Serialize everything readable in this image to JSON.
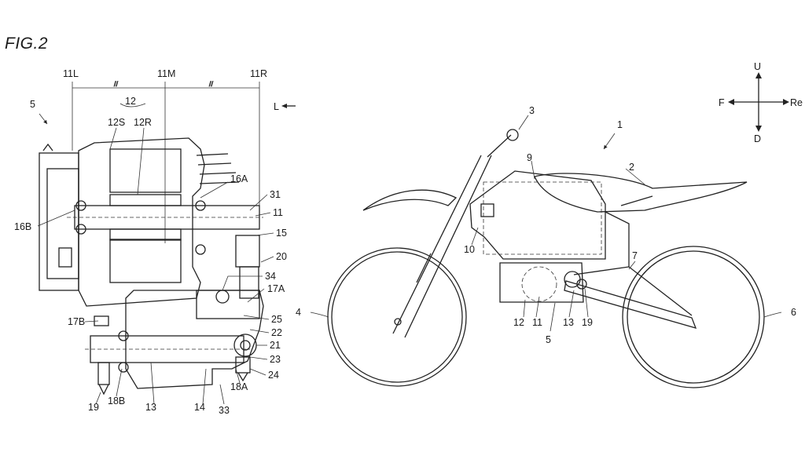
{
  "figure_title": "FIG.2",
  "direction_labels": {
    "up": "U",
    "down": "D",
    "front": "F",
    "rear": "Re",
    "left": "L"
  },
  "section_labels": {
    "left": "11L",
    "middle": "11M",
    "right": "11R"
  },
  "callouts": {
    "n1": "1",
    "n2": "2",
    "n3": "3",
    "n4": "4",
    "n5": "5",
    "n6": "6",
    "n7": "7",
    "n9": "9",
    "n10": "10",
    "n11": "11",
    "n12": "12",
    "n13": "13",
    "n19": "19",
    "n12S": "12S",
    "n12R": "12R",
    "n14": "14",
    "n15": "15",
    "n16A": "16A",
    "n16B": "16B",
    "n17A": "17A",
    "n17B": "17B",
    "n18A": "18A",
    "n18B": "18B",
    "n20": "20",
    "n21": "21",
    "n22": "22",
    "n23": "23",
    "n24": "24",
    "n25": "25",
    "n31": "31",
    "n33": "33",
    "n34": "34"
  }
}
